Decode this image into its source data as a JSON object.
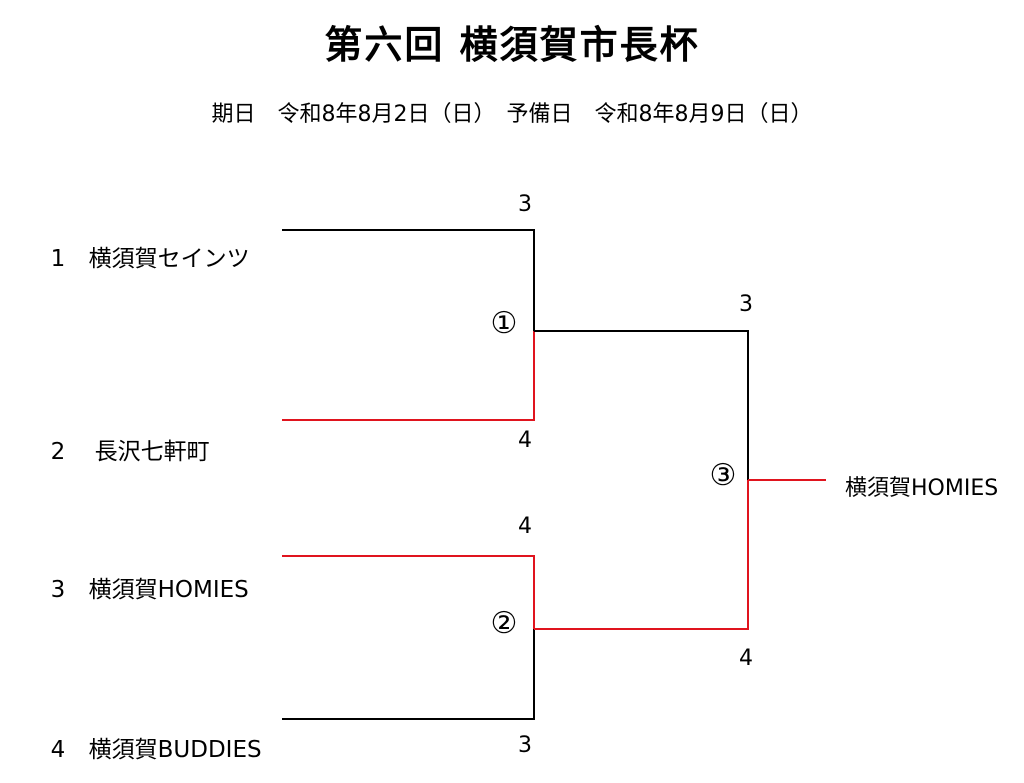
{
  "title": "第六回 横須賀市長杯",
  "dates": "期日　令和8年8月2日（日）　予備日　令和8年8月9日（日）",
  "teams": [
    {
      "seed": "1",
      "name": "横須賀セインツ"
    },
    {
      "seed": "2",
      "name": "長沢七軒町"
    },
    {
      "seed": "3",
      "name": "横須賀HOMIES"
    },
    {
      "seed": "4",
      "name": "横須賀BUDDIES"
    }
  ],
  "matches": [
    {
      "label": "①",
      "top_score": "3",
      "bottom_score": "4"
    },
    {
      "label": "②",
      "top_score": "4",
      "bottom_score": "3"
    },
    {
      "label": "③",
      "top_score": "3",
      "bottom_score": "4"
    }
  ],
  "champion": "横須賀HOMIES",
  "colors": {
    "line": "#000000",
    "win": "#e0141e"
  }
}
